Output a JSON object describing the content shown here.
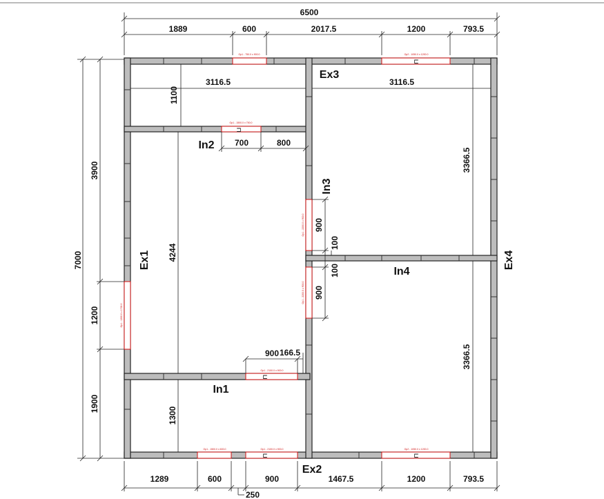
{
  "walls": {
    "exterior": [
      "Ex1",
      "Ex2",
      "Ex3",
      "Ex4"
    ],
    "interior": [
      "In1",
      "In2",
      "In3",
      "In4"
    ]
  },
  "dimensions": {
    "top_total": "6500",
    "top": [
      "1889",
      "600",
      "2017.5",
      "1200",
      "793.5"
    ],
    "bottom": [
      "1289",
      "600",
      "900",
      "1467.5",
      "1200",
      "793.5"
    ],
    "bottom_offset": "250",
    "left_total": "7000",
    "left_upper": "3900",
    "left": [
      "1200",
      "1900"
    ],
    "room": {
      "upper_left_width": "3116.5",
      "upper_right_width": "3116.5",
      "upper_left_height": "1100",
      "in2_left": "700",
      "in2_right": "800",
      "in3_upper": "900",
      "in3_lower": "900",
      "in3_gap_upper": "100",
      "in3_gap_lower": "100",
      "left_room_height": "4244",
      "right_upper_height": "3366.5",
      "right_lower_height": "3366.5",
      "in1_opening": "900",
      "in1_end": "166.5",
      "lower_left_height": "1300"
    }
  },
  "opening_tags": {
    "ex3_left": "Op1 - 750.0 x 900.0",
    "ex3_right": "Op2 - 1050.0 x 1200.0",
    "in2": "Op1 - 1500.0 x 750.0",
    "in3_upper": "Op1 - 2200.0 x 900.0",
    "in3_lower": "Op1 - 2200.0 x 900.0",
    "ex1": "Op1 - 1200.0 x 1700.0",
    "in1": "Op1 - 2100.0 x 900.0",
    "ex2_a": "Op1 - 1500.0 x 600.0",
    "ex2_b": "Op1 - 2100.0 x 900.0",
    "ex2_c": "Op2 - 1050.0 x 1200.0"
  },
  "colors": {
    "wall": "#bdbdbd",
    "opening": "#d01010",
    "line": "#222222"
  }
}
